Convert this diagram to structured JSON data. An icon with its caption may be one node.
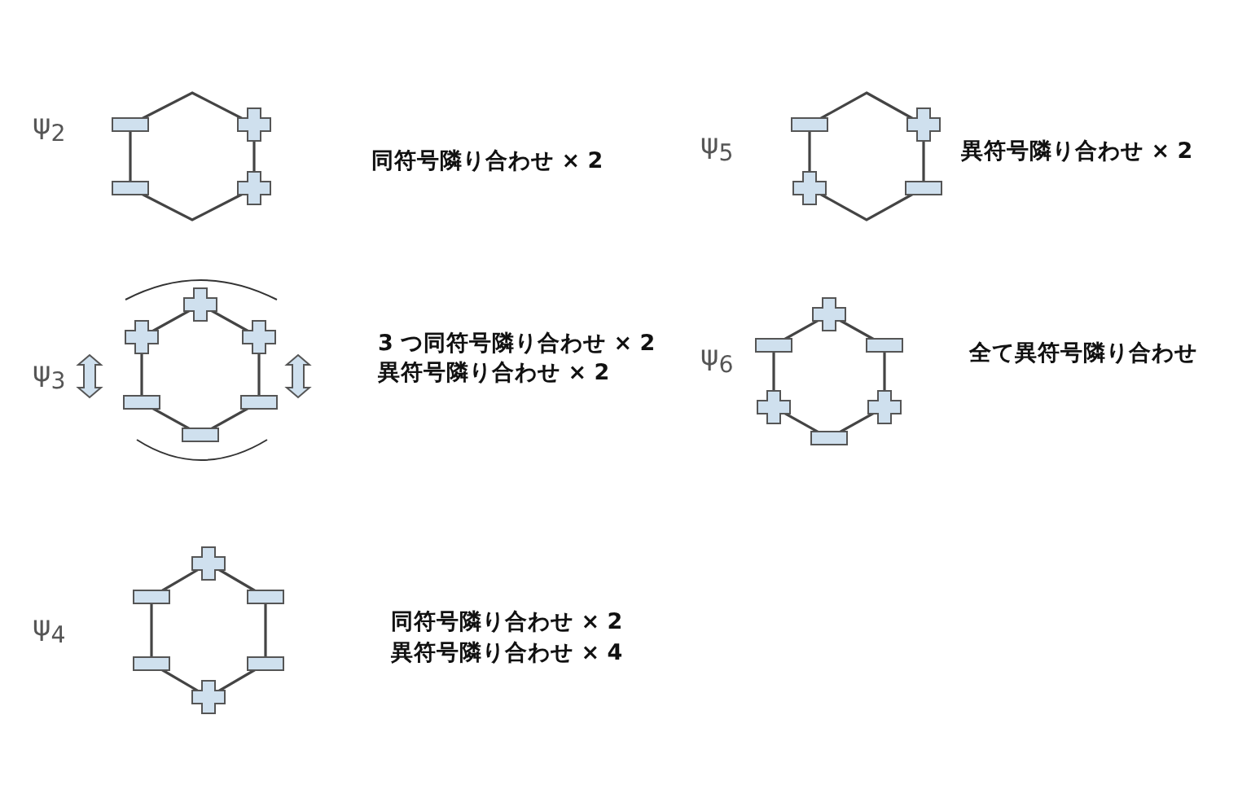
{
  "diagram": {
    "labels": [
      "ψ$_{2}$",
      "同符号隣り合わせ × 2",
      "ψ$_{5}$",
      "異符号隣り合わせ × 2",
      "ψ$_{3}$",
      "3 つ同符号隣り合わせ × 2",
      "異符号隣り合わせ × 2",
      "ψ$_{6}$",
      "全て異符号隣り合わせ",
      "ψ$_{4}$",
      "同符号隣り合わせ × 2",
      "異符号隣り合わせ × 4"
    ]
  }
}
